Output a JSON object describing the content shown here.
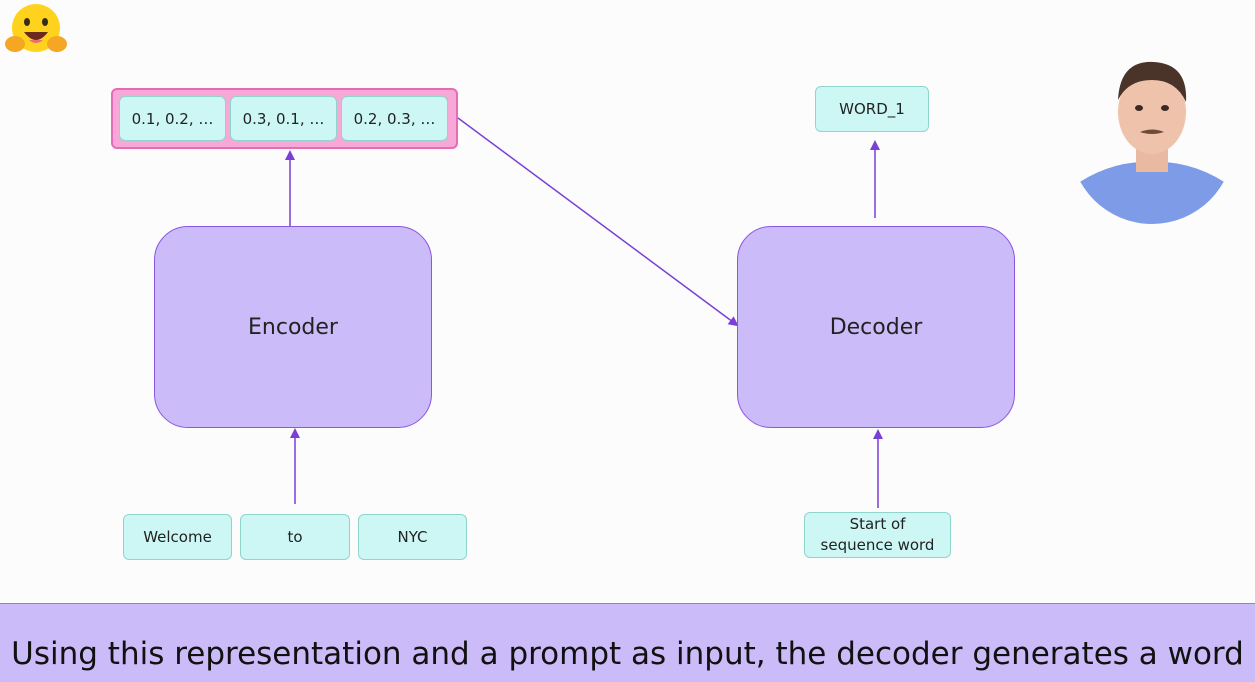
{
  "embeddings": [
    "0.1, 0.2, …",
    "0.3, 0.1, …",
    "0.2, 0.3, …"
  ],
  "encoder_label": "Encoder",
  "decoder_label": "Decoder",
  "input_tokens": [
    "Welcome",
    "to",
    "NYC"
  ],
  "decoder_input": "Start of sequence word",
  "decoder_output": "WORD_1",
  "caption": "Using this representation and a prompt as input, the decoder generates a word",
  "colors": {
    "block_fill": "#cbbcf9",
    "block_border": "#8c56e0",
    "token_fill": "#cdf7f5",
    "embedding_bar": "#f7a8d6",
    "arrow": "#7b3fd6"
  },
  "icons": {
    "logo": "hugging-face-emoji-icon",
    "presenter": "presenter-avatar"
  }
}
